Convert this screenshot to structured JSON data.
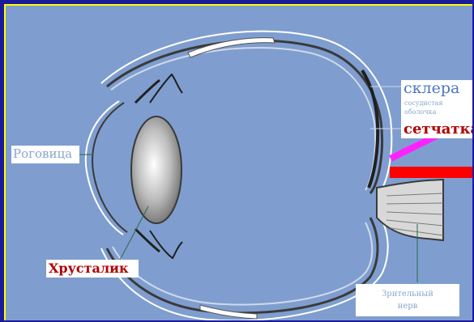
{
  "labels": {
    "cornea": "Роговица",
    "lens": "Хрусталик",
    "sclera": "склера",
    "choroid_line1": "сосудистая",
    "choroid_line2": "оболочка",
    "retina": "сетчатка",
    "optic_nerve_line1": "Зрительный",
    "optic_nerve_line2": "нерв"
  },
  "colors": {
    "frame": "#1a1a9c",
    "background": "#7f9ecf",
    "magenta_arrow": "#ff22ff",
    "red_bar": "#ff0000"
  }
}
